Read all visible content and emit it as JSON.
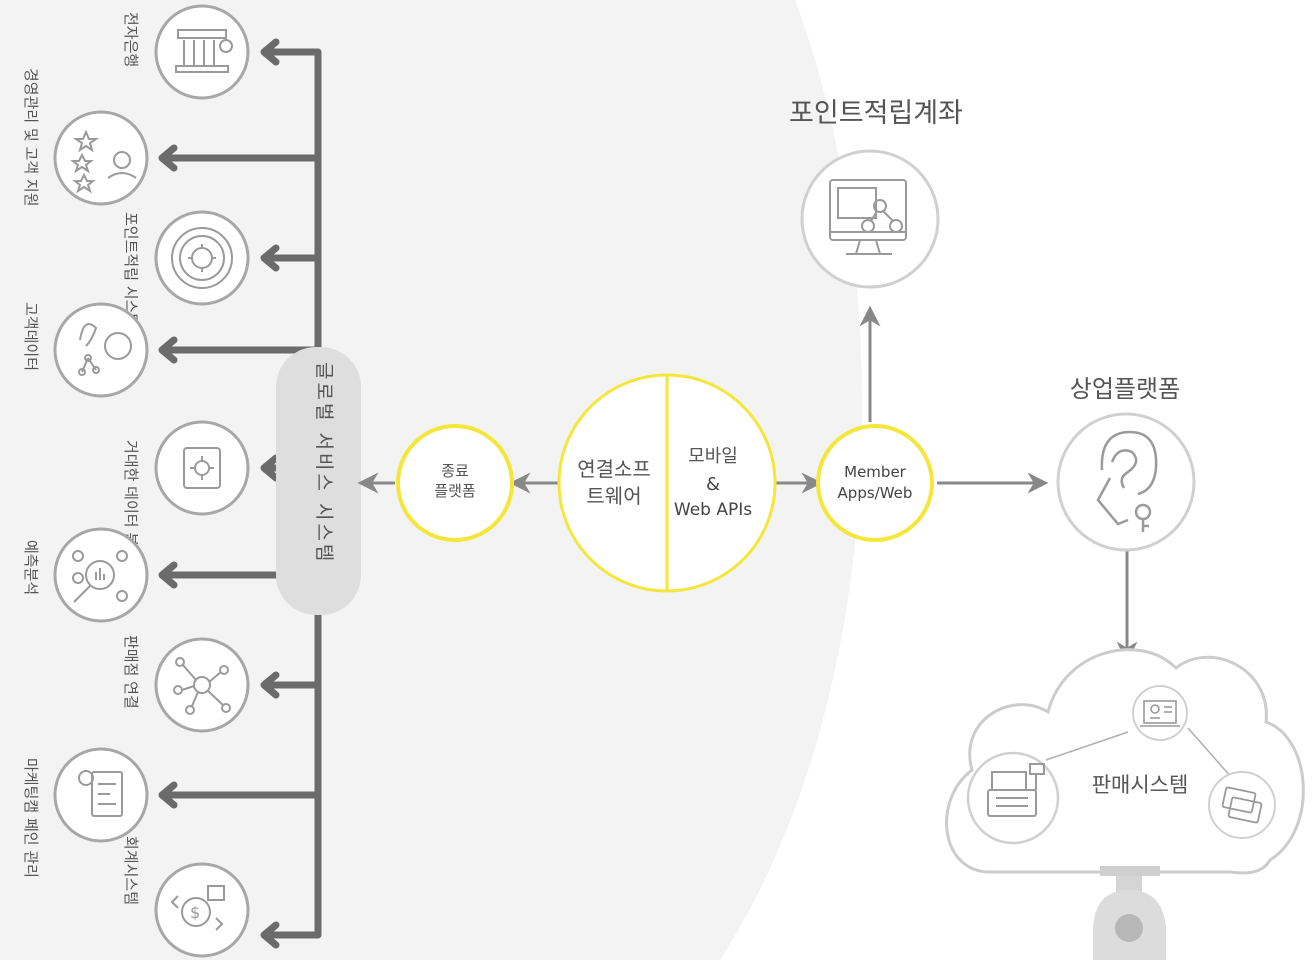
{
  "colors": {
    "accent": "#f5e63c",
    "connector": "#6b6b6b",
    "arrow": "#888888",
    "icon": "#9a9a9a",
    "circle_border": "#a7a7a7",
    "panel_bg": "#f3f3f3",
    "pill_bg": "#dedede"
  },
  "services": [
    {
      "label": "전자은행",
      "icon": "bank-icon"
    },
    {
      "label": "경영관리 및 고객 지원",
      "icon": "stars-person-icon"
    },
    {
      "label": "포인트적립 시스템",
      "icon": "gear-orbit-icon"
    },
    {
      "label": "고객데이터",
      "icon": "customer-data-icon"
    },
    {
      "label": "거대한 데이터 분석",
      "icon": "big-data-icon"
    },
    {
      "label": "예측분석",
      "icon": "magnifier-people-icon"
    },
    {
      "label": "판매점 연결",
      "icon": "network-icon"
    },
    {
      "label": "마케팅캠 페인 관리",
      "icon": "campaign-icon"
    },
    {
      "label": "회계시스템",
      "icon": "accounting-icon"
    }
  ],
  "global_service": "글로벌 서비스 시스템",
  "terminal_platform": {
    "line1": "종료",
    "line2": "플랫폼"
  },
  "hub": {
    "left": {
      "line1": "연결소프",
      "line2": "트웨어"
    },
    "right": {
      "line1": "모바일",
      "line2": "&",
      "line3": "Web APIs"
    }
  },
  "member": {
    "line1": "Member",
    "line2": "Apps/Web"
  },
  "points_account": {
    "title": "포인트적립계좌",
    "icon": "computer-network-icon"
  },
  "commerce_platform": {
    "title": "상업플랫폼",
    "icon": "head-key-icon"
  },
  "sales_system": {
    "title": "판매시스템",
    "icons": [
      "cash-register-icon",
      "monitor-user-icon",
      "cards-icon",
      "key-icon"
    ]
  }
}
